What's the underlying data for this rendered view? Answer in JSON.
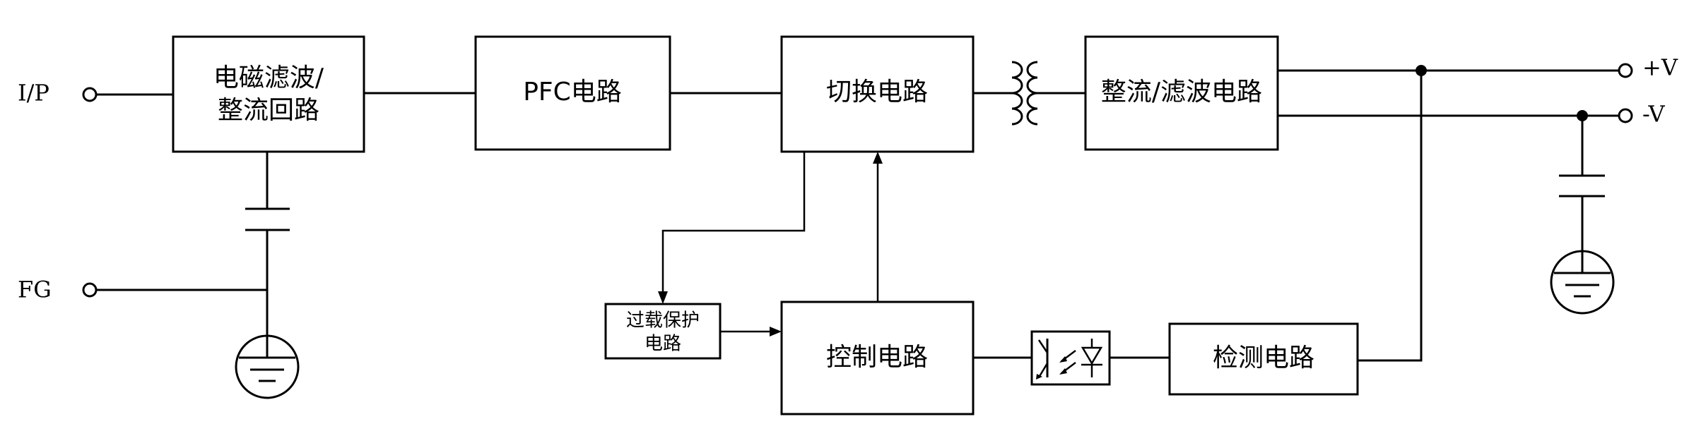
{
  "diagram": {
    "blocks": {
      "emi_filter": [
        "电磁滤波/",
        "整流回路"
      ],
      "pfc": "PFC电路",
      "switching": "切换电路",
      "rectifier_filter": "整流/滤波电路",
      "overload_protection": [
        "过载保护",
        "电路"
      ],
      "control": "控制电路",
      "detection": "检测电路"
    },
    "terminals": {
      "input": "I/P",
      "frame_ground": "FG",
      "pos_out": "+V",
      "neg_out": "-V"
    }
  }
}
